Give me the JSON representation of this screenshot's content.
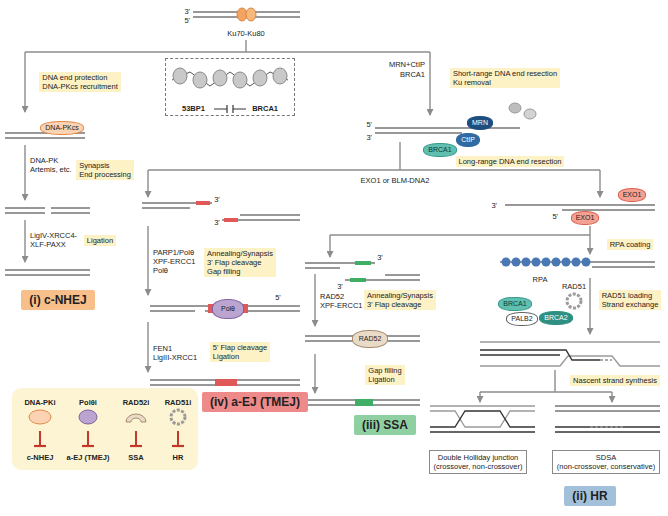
{
  "diagram": {
    "nodes": [
      {
        "text": [
          "DNA end protection",
          "DNA-PKcs recruitment"
        ]
      },
      {
        "text": [
          "53BP1",
          "BRCA1"
        ]
      },
      {
        "text": [
          "Short-range DNA end resection",
          "Ku removal"
        ]
      },
      {
        "text": [
          "DNA-PKcs"
        ]
      },
      {
        "text": [
          "CtIP"
        ]
      },
      {
        "text": [
          "MRN"
        ]
      },
      {
        "text": [
          "BRCA1"
        ]
      },
      {
        "text": [
          "Synapsis",
          "End processing"
        ]
      },
      {
        "text": [
          "Long-range DNA end resection"
        ]
      },
      {
        "text": [
          "EXO1"
        ]
      },
      {
        "text": [
          "EXO1"
        ]
      },
      {
        "text": [
          "Ligation"
        ]
      },
      {
        "text": [
          "(i) c-NHEJ"
        ]
      },
      {
        "text": [
          "Annealing/Synapsis",
          "3' Flap cleavage",
          "Gap filling"
        ]
      },
      {
        "text": [
          "Polθ"
        ]
      },
      {
        "text": [
          "RPA coating"
        ]
      },
      {
        "text": [
          "Annealing/Synapsis",
          "3' Flap cleavage"
        ]
      },
      {
        "text": [
          "RAD52"
        ]
      },
      {
        "text": [
          "RAD51 loading",
          "Strand exchange"
        ]
      },
      {
        "text": [
          "BRCA1"
        ]
      },
      {
        "text": [
          "PALB2"
        ]
      },
      {
        "text": [
          "BRCA2"
        ]
      },
      {
        "text": [
          "5' Flap cleavage",
          "Ligation"
        ]
      },
      {
        "text": [
          "Nascent strand synthesis"
        ]
      },
      {
        "text": [
          "Gap filling",
          "Ligation"
        ]
      },
      {
        "text": [
          "(iv) a-EJ (TMEJ)"
        ]
      },
      {
        "text": [
          "DNA-PKi"
        ]
      },
      {
        "text": [
          "Polθi"
        ]
      },
      {
        "text": [
          "RAD52i"
        ]
      },
      {
        "text": [
          "RAD51i"
        ]
      },
      {
        "text": [
          "(iii) SSA"
        ]
      },
      {
        "text": [
          "Double Holliday junction",
          "(crossover, non-crossover)"
        ]
      },
      {
        "text": [
          "SDSA",
          "(non-crossover, conservative)"
        ]
      },
      {
        "text": [
          "(ii) HR"
        ]
      }
    ],
    "labels": [
      "3'",
      "5'",
      "Ku70-Ku80",
      "MRN+CtIP",
      "BRCA1",
      "5'",
      "3'",
      "DNA-PK",
      "Artemis, etc.",
      "LigIV-XRCC4- XLF-PAXX",
      "EXO1 or BLM-DNA2",
      "3'",
      "3'",
      "PARP1/Polθ",
      "XPF-ERCC1",
      "Polθ",
      "5'",
      "FEN1",
      "LigIII-XRCC1",
      "3'",
      "5'",
      "RPA",
      "RAD51",
      "3'",
      "3'",
      "RAD52",
      "XPF-ERCC1",
      "c-NHEJ",
      "a-EJ (TMEJ)",
      "SSA",
      "HR"
    ]
  }
}
